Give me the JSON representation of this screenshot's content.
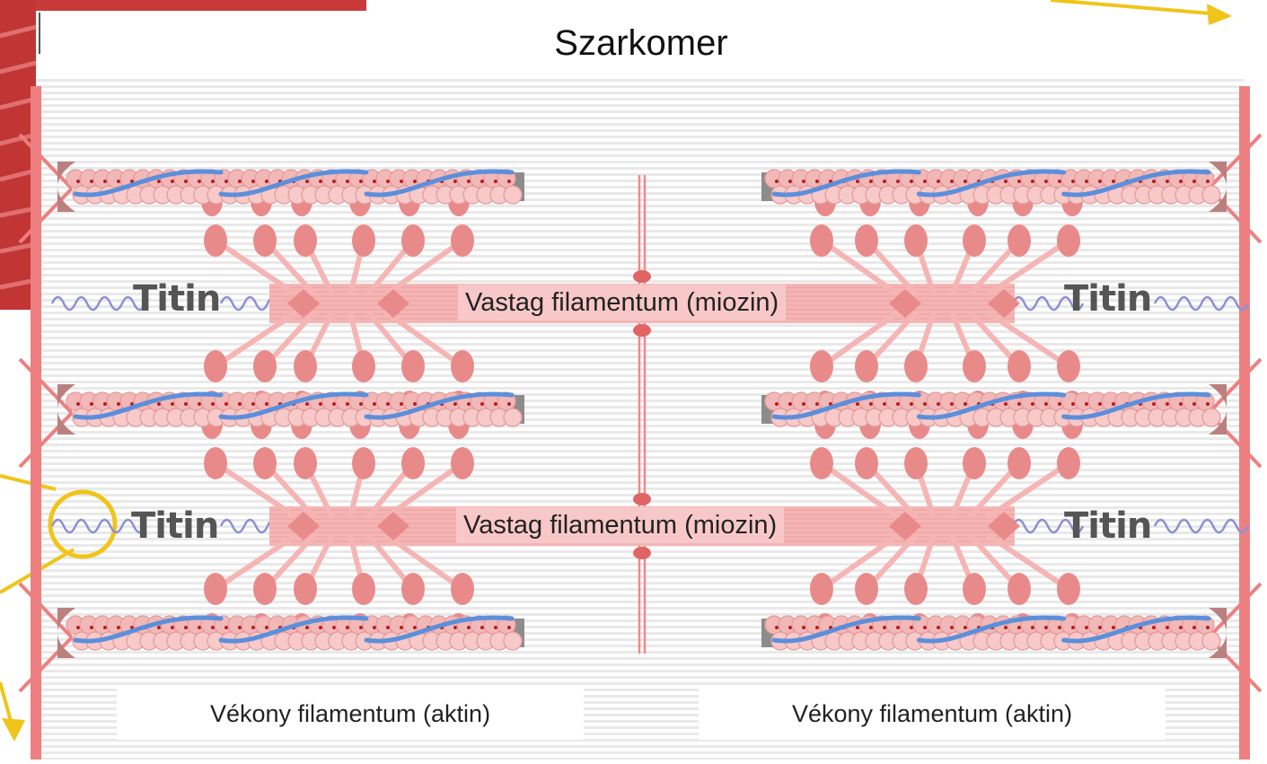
{
  "title": "Szarkomer",
  "titin_label": "Titin",
  "thick_filament_label": "Vastag filamentum (miozin)",
  "thin_filament_label": "Vékony filamentum (aktin)",
  "colors": {
    "z_disc": "#ee7f80",
    "actin": "#f2b8b8",
    "tropomyosin": "#5b8fdc",
    "myosin_head": "#e98a8a",
    "myosin_shaft": "#f5b5b5",
    "titin": "#8d8fd4",
    "highlight": "#f0c419",
    "background_stripe": "#e9e9e9"
  },
  "icons": [
    "z-disc",
    "actin-filament",
    "myosin-filament",
    "titin-spring",
    "m-line"
  ]
}
